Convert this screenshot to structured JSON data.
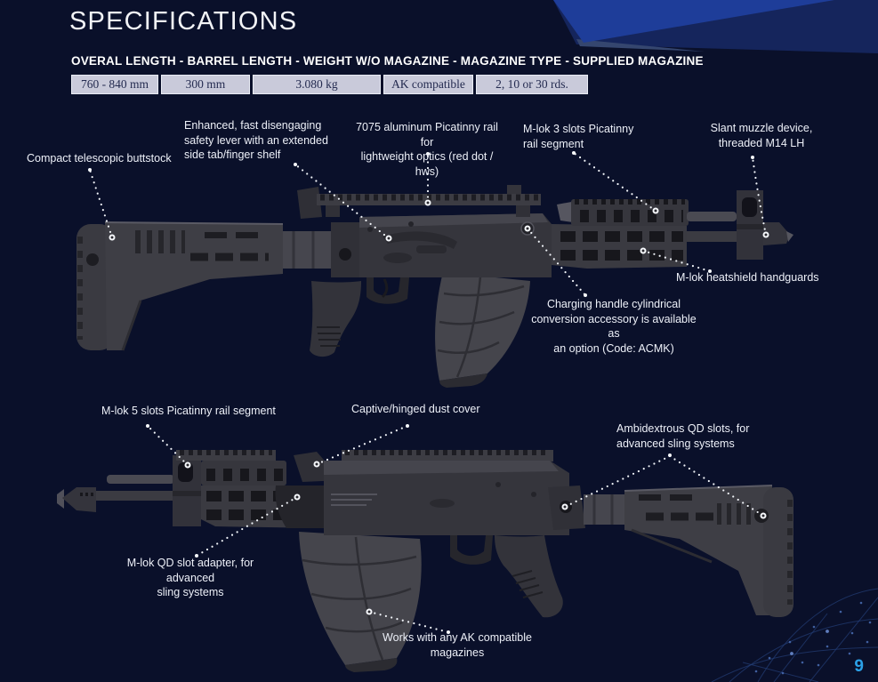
{
  "page": {
    "title": "SPECIFICATIONS",
    "page_number": "9"
  },
  "specs": {
    "header": "OVERAL LENGTH - BARREL LENGTH - WEIGHT W/O MAGAZINE - MAGAZINE TYPE - SUPPLIED MAGAZINE",
    "values": [
      "760 - 840 mm",
      "300 mm",
      "3.080 kg",
      "AK compatible",
      "2, 10 or 30 rds."
    ]
  },
  "callouts": {
    "top": [
      {
        "id": "telescopic-buttstock",
        "text": "Compact telescopic buttstock"
      },
      {
        "id": "safety-lever",
        "text": "Enhanced, fast disengaging\nsafety lever with an extended\nside tab/finger shelf"
      },
      {
        "id": "picatinny-rail-7075",
        "text": "7075 aluminum Picatinny rail for\nlightweight optics (red dot / hws)"
      },
      {
        "id": "mlok-3-slots",
        "text": "M-lok 3 slots Picatinny\nrail segment"
      },
      {
        "id": "slant-muzzle",
        "text": "Slant muzzle device,\nthreaded M14 LH"
      },
      {
        "id": "heatshield-handguards",
        "text": "M-lok heatshield handguards"
      },
      {
        "id": "charging-handle",
        "text": "Charging handle cylindrical\nconversion accessory is available as\nan option (Code: ACMK)"
      }
    ],
    "bottom": [
      {
        "id": "mlok-5-slots",
        "text": "M-lok 5 slots Picatinny rail segment"
      },
      {
        "id": "dust-cover",
        "text": "Captive/hinged dust cover"
      },
      {
        "id": "ambidextrous-qd",
        "text": "Ambidextrous QD slots, for\nadvanced sling systems"
      },
      {
        "id": "mlok-qd-adapter",
        "text": "M-lok QD slot adapter, for advanced\nsling systems"
      },
      {
        "id": "ak-magazines",
        "text": "Works with any AK compatible\nmagazines"
      }
    ]
  },
  "colors": {
    "background": "#0a102a",
    "accent_ribbon_blue": "#1e3d99",
    "table_cell_bg": "#c9cada",
    "label_text": "#edf0f8",
    "page_number_blue": "#2ba1e8"
  }
}
